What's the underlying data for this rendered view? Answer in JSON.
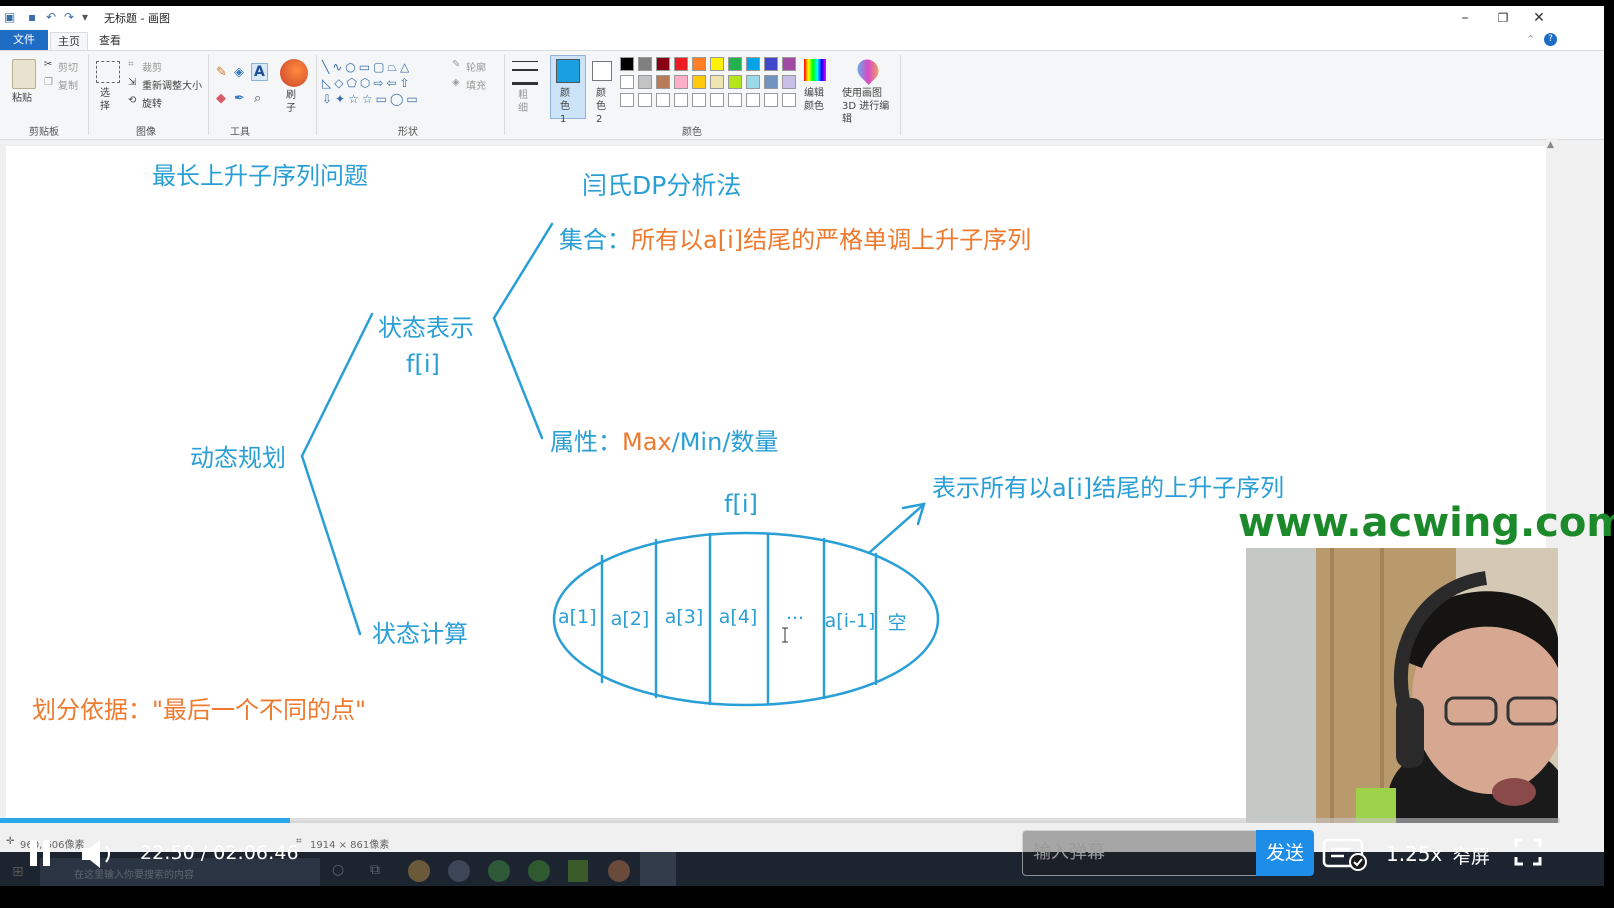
{
  "window": {
    "title": "无标题 - 画图",
    "tabs": [
      "文件",
      "主页",
      "查看"
    ]
  },
  "ribbon": {
    "clipboard": {
      "paste": "粘贴",
      "cut": "剪切",
      "copy": "复制",
      "label": "剪贴板"
    },
    "image": {
      "select": "选择",
      "crop": "裁剪",
      "resize": "重新调整大小",
      "rotate": "旋转",
      "label": "图像"
    },
    "tools": {
      "label": "工具"
    },
    "brushes": {
      "label": "刷子"
    },
    "shapes": {
      "outline": "轮廓",
      "fill": "填充",
      "label": "形状"
    },
    "size": {
      "label": "粗细"
    },
    "colors": {
      "color1": "颜色 1",
      "color2": "颜色 2",
      "edit": "编辑颜色",
      "paint3d": "使用画图 3D 进行编辑",
      "label": "颜色",
      "color1_value": "#1a9fe0",
      "palette_row1": [
        "#000000",
        "#7f7f7f",
        "#880015",
        "#ed1c24",
        "#ff7f27",
        "#fff200",
        "#22b14c",
        "#00a2e8",
        "#3f48cc",
        "#a349a4"
      ],
      "palette_row2": [
        "#ffffff",
        "#c3c3c3",
        "#b97a57",
        "#ffaec9",
        "#ffc90e",
        "#efe4b0",
        "#b5e61d",
        "#99d9ea",
        "#7092be",
        "#c8bfe7"
      ]
    }
  },
  "canvas": {
    "title": "最长上升子序列问题",
    "method": "闫氏DP分析法",
    "root": "动态规划",
    "state_rep": "状态表示",
    "state_rep_sub": "f[i]",
    "set_label": "集合：",
    "set_text": "所有以a[i]结尾的严格单调上升子序列",
    "attr_label": "属性：",
    "attr_max": "Max",
    "attr_sep1": "/",
    "attr_min": "Min",
    "attr_sep2": "/",
    "attr_count": "数量",
    "state_calc": "状态计算",
    "basis": "划分依据：\"最后一个不同的点\"",
    "ellipse_label": "f[i]",
    "arrow_note": "表示所有以a[i]结尾的上升子序列",
    "cells": [
      "a[1]",
      "a[2]",
      "a[3]",
      "a[4]",
      "...",
      "a[i-1]",
      "空"
    ]
  },
  "status": {
    "coords": "960, 606像素",
    "canvas_size": "1914 × 861像素"
  },
  "taskbar": {
    "search_placeholder": "在这里输入你要搜索的内容"
  },
  "watermark": "www.acwing.com",
  "player": {
    "time": "22:50 / 02:06:46",
    "progress": 0.186,
    "danmaku_placeholder": "输入弹幕",
    "send": "发送",
    "speed": "1.25x",
    "narrow": "窄屏"
  }
}
